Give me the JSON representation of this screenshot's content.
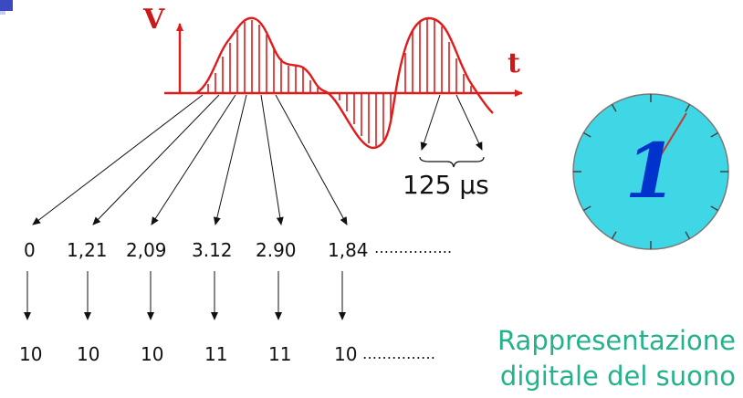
{
  "axes": {
    "y_label": "V",
    "x_label": "t"
  },
  "sample_interval": "125 μs",
  "sample_values": [
    "0",
    "1,21",
    "2,09",
    "3.12",
    "2.90",
    "1,84"
  ],
  "sample_values_ellipsis": "…………….",
  "binary_codes": [
    "10",
    "10",
    "10",
    "11",
    "11",
    "10"
  ],
  "binary_codes_ellipsis": "……………",
  "clock": {
    "digit": "1"
  },
  "caption": {
    "line1": "Rappresentazione",
    "line2": "digitale del suono"
  },
  "colors": {
    "wave": "#e01b1b",
    "clock_face": "#3fd7e6",
    "clock_digit": "#0033cc",
    "caption": "#23b28c"
  }
}
